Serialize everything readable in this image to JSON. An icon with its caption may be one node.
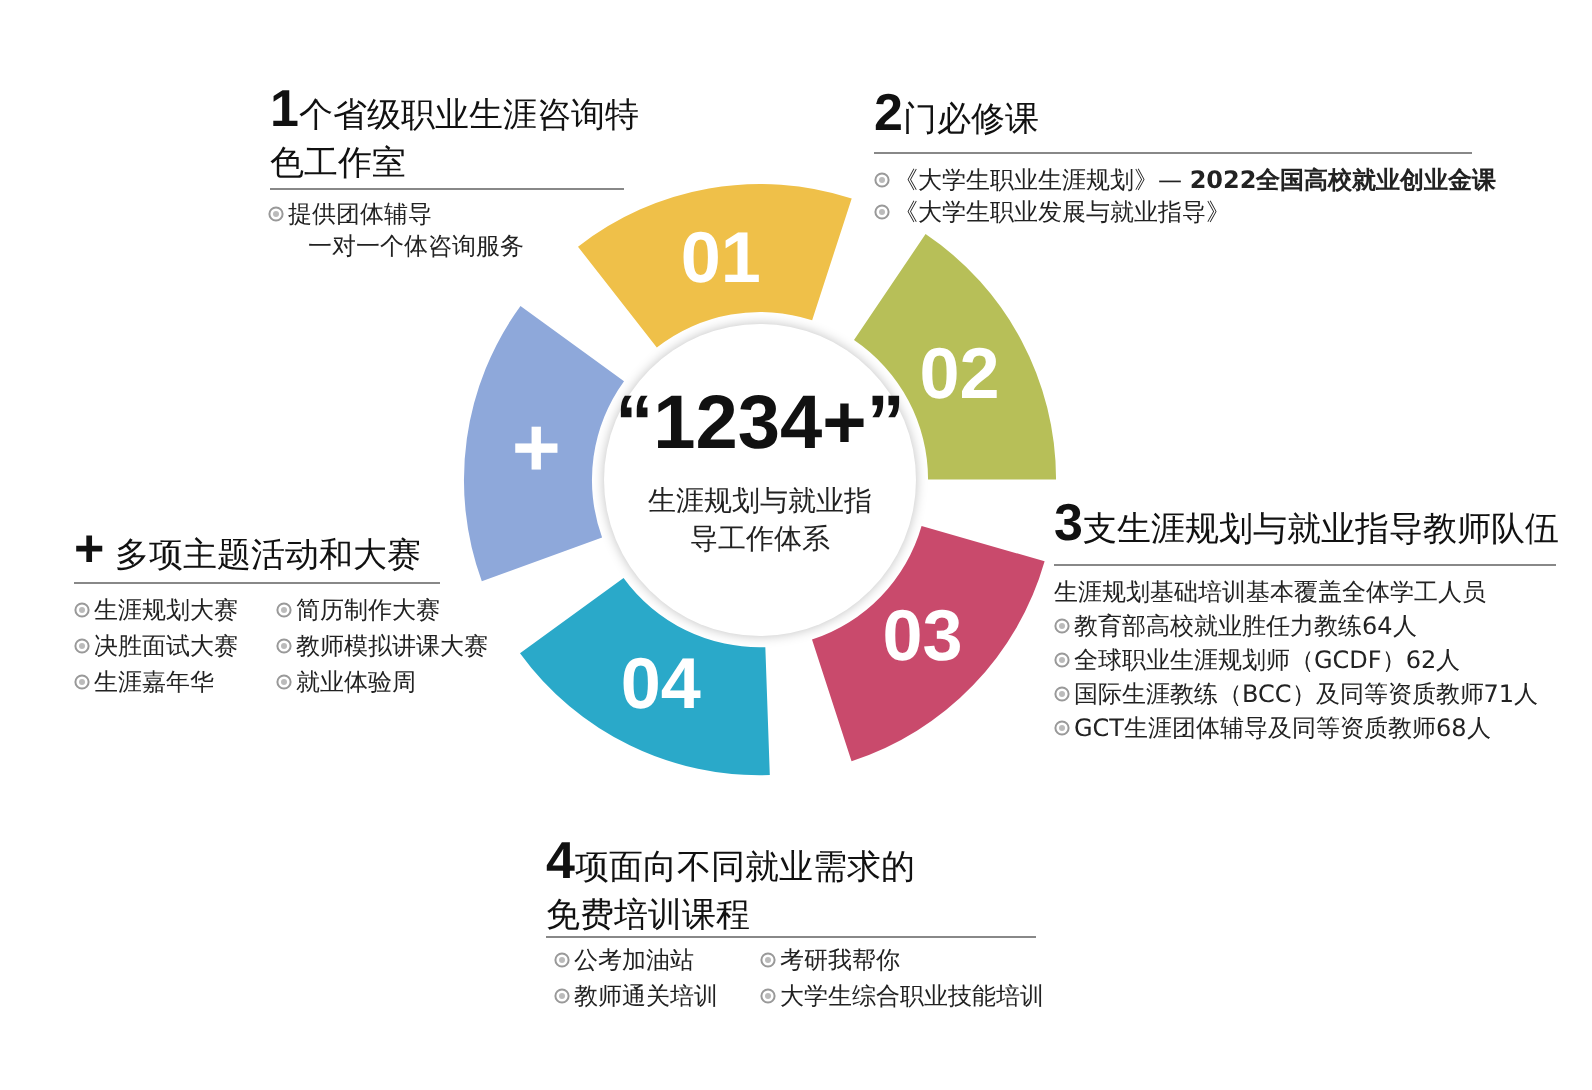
{
  "diagram": {
    "nodes": [
      {
        "text": [
          "“1234+”",
          "生涯规划与就业指导工作体系"
        ]
      },
      {
        "text": [
          "01"
        ]
      },
      {
        "text": [
          "02"
        ]
      },
      {
        "text": [
          "03"
        ]
      },
      {
        "text": [
          "04"
        ]
      },
      {
        "text": [
          "+"
        ]
      }
    ],
    "edges": [],
    "labels": [
      "**1**个省级职业生涯咨询特色工作室",
      "提供团体辅导",
      "一对一个体咨询服务",
      "**2**门必修课",
      "《大学生职业生涯规划》— **2022全国高校就业创业金课**",
      "《大学生职业发展与就业指导》",
      "**3**支生涯规划与就业指导教师队伍",
      "生涯规划基础培训基本覆盖全体学工人员",
      "教育部高校就业胜任力教练64人",
      "全球职业生涯规划师（GCDF）62人",
      "国际生涯教练（BCC）及同等资质教师71人",
      "GCT生涯团体辅导及同等资质教师68人",
      "**+** 多项主题活动和大赛",
      "生涯规划大赛",
      "简历制作大赛",
      "决胜面试大赛",
      "教师模拟讲课大赛",
      "生涯嘉年华",
      "就业体验周",
      "**4**项面向不同就业需求的免费培训课程",
      "公考加油站",
      "考研我帮你",
      "教师通关培训",
      "大学生综合职业技能培训"
    ]
  }
}
